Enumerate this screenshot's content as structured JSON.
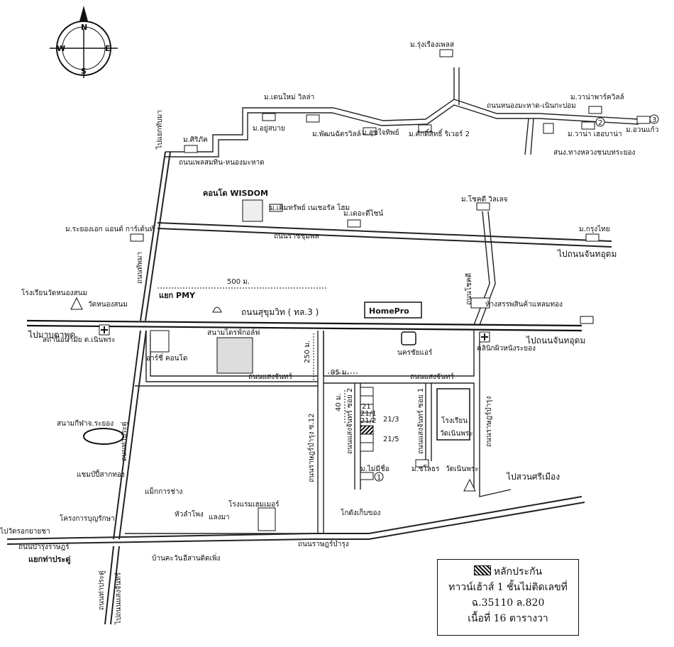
{
  "compass": {
    "n": "N",
    "s": "S",
    "e": "E",
    "w": "W"
  },
  "legend": {
    "line1": "หลักประกัน",
    "line2": "ทาวน์เฮ้าส์ 1 ชั้นไม่ติดเลขที่",
    "line3": "ฉ.35110 ล.820",
    "line4": "เนื้อที่ 16 ตารางวา"
  },
  "roads": {
    "sukhumvit": "ถนนสุขุมวิท ( ทล.3 )",
    "ratchasumphon": "ถนนราชชุมพล",
    "saengchan1": "ถนนแสงจันทร์",
    "saengchan2": "ถนนแสงจันทร์",
    "ratbamrung": "ถนนราษฎร์บำรุง",
    "ratbamrung_left": "ถนนบำรุงราษฎร์",
    "thatum": "ถนนทัพมา",
    "thaprado": "ถนนท่าประดู่",
    "thaprado2": "ถนนท่าประดู่",
    "nongmaha": "ถนนหนองมะหาด-เนินกะปอม",
    "phloenkamin": "ถนนเพลสมทิน-หนองมะหาด",
    "tapma_top": "ไปแยกทับมา",
    "chok_road": "ถนนโชคดี",
    "ratbamrung12": "ถนนราษฎร์บำรุง ซ.12",
    "saengchan_soi2": "ถนนแสงจันทร์ ซอย 2",
    "ratbamrung_soi1": "ถนนแสงจันทร์ ซอย 1",
    "koonsuk": "ถนนราษฎร์บำรุง",
    "to_saengchan_bottom": "ไปถนนแสงจันทร์",
    "to_ban_chang": "ไปมาบตาพุด",
    "to_chanthaudom1": "ไปถนนจันทอุดม",
    "to_chanthaudom2": "ไปถนนจันทอุดม",
    "to_suan_si_muang": "ไปสวนศรีเมือง",
    "to_wat_krok": "ไปวัดรอกยายชา",
    "sanong": "สนง.ทางหลวงชนบทระยอง"
  },
  "places": {
    "rungrueang": "ม.รุ่งเรืองเพลส",
    "dennai": "ม.เดนใหม่ วิลล่า",
    "yusabai": "ม.อยู่สบาย",
    "sirichak": "ม.ศิริภัค",
    "phatthanachat": "ม.พัฒนฉัตรวิลล์",
    "suksaithip": "ม.สุขใจทิพย์",
    "saksith": "ม.ศักดิ์สิทธิ์ ริเวอร์ 2",
    "wanapark": "ม.วาน่าพาร์ควิลล์",
    "wana": "ม.วาน่า เฮอบาน่า",
    "uangkaew": "ม.อวนแก้ว",
    "condo_wisdom": "คอนโด WISDOM",
    "termsap": "ม.เติมทรัพย์ เนเชอรัล โฮม",
    "design": "ม.เดอะดีไซน์",
    "chokdee": "ม.โชคดี วิลเลจ",
    "krungthai": "ม.กรุงไทย",
    "rayong_garden": "ม.ระยองเอก แอนด์ การ์เด้นท์",
    "school_nongsanom": "โรงเรียนวัดหนองสนม",
    "wat_nongsanom": "วัดหนองสนม",
    "pmy": "แยก PMY",
    "dist_500": "500 ม.",
    "homepro": "HomePro",
    "department": "ห้างสรรพสินค้าแหลมทอง",
    "health": "สถานีอนามัย ต.เนินพระ",
    "archie": "อาร์ชี่ คอนโด",
    "golf": "สนามไดรฟ์กอล์ฟ",
    "dist_250": "250 ม.",
    "nakhonchai": "นครชัยแอร์",
    "clinic": "คลินิกผิวหนังระยอง",
    "dist_95": "95 ม.",
    "dist_40": "40 ม.",
    "h21": "21",
    "h211": "21/1",
    "h212": "21/2",
    "h213": "21/3",
    "h215": "21/5",
    "school_noenphra": "โรงเรียน",
    "school_noenphra2": "วัดเนินพระ",
    "stadium": "สนามกีฬาจ.ระยอง",
    "champ": "แชมป์ปี้สากทอง",
    "chonthon": "ม.ชโลธร",
    "wat_noenphra": "วัดเนินพระ",
    "mmai": "ม.ไม่มีชื่อ",
    "warehouse": "โกดังเก็บของ",
    "meg": "แม็กการช่าง",
    "hualamphong": "หัวลำโพง",
    "laengma": "แลงมา",
    "hotel": "โรงแรมเฮมเมอร์",
    "boonruksa": "โครงการบุญรักษา",
    "yaek_thaprado": "แยกท่าประดู่",
    "bankhawan": "บ้านคะวัน",
    "isan": "อีสานติดเพิ่ง",
    "circle1": "1",
    "circle2": "2",
    "circle3": "3",
    "circle1b": "1"
  }
}
